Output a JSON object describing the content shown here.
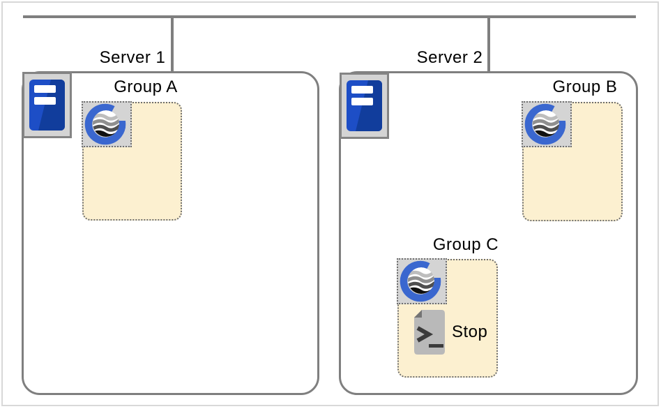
{
  "diagram": {
    "type": "topology-diagram",
    "servers": [
      {
        "label": "Server 1",
        "icon": "server-icon",
        "groups": [
          {
            "label": "Group A",
            "icon": "g-logo-icon",
            "items": []
          }
        ]
      },
      {
        "label": "Server 2",
        "icon": "server-icon",
        "groups": [
          {
            "label": "Group B",
            "icon": "g-logo-icon",
            "items": []
          },
          {
            "label": "Group C",
            "icon": "g-logo-icon",
            "items": [
              {
                "icon": "script-icon",
                "label": "Stop"
              }
            ]
          }
        ]
      }
    ]
  },
  "icons": {
    "server": "server-icon",
    "group_logo": "g-logo-icon",
    "script": "script-icon"
  },
  "colors": {
    "line_gray": "#7f7f7f",
    "group_fill": "#fcf0d0",
    "group_border_gray": "#6e6e6e",
    "icon_bg_gray": "#d4d4d4",
    "server_blue": "#1d4ec6",
    "server_blue_dark": "#113d9c",
    "logo_blue": "#3a67cf",
    "script_gray": "#b9b9b9",
    "page_border": "#d8d8d8"
  }
}
